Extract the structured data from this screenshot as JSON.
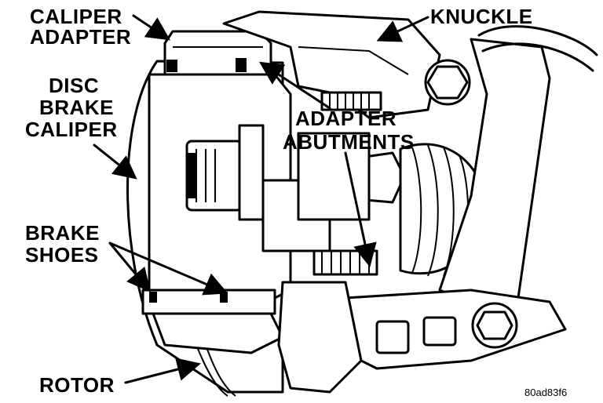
{
  "labels": {
    "caliper_adapter": [
      "CALIPER",
      "ADAPTER"
    ],
    "disc_brake_caliper": [
      "DISC",
      "BRAKE",
      "CALIPER"
    ],
    "brake_shoes": [
      "BRAKE",
      "SHOES"
    ],
    "rotor": "ROTOR",
    "knuckle": "KNUCKLE",
    "adapter_abutments": [
      "ADAPTER",
      "ABUTMENTS"
    ]
  },
  "figure_ref": "80ad83f6"
}
